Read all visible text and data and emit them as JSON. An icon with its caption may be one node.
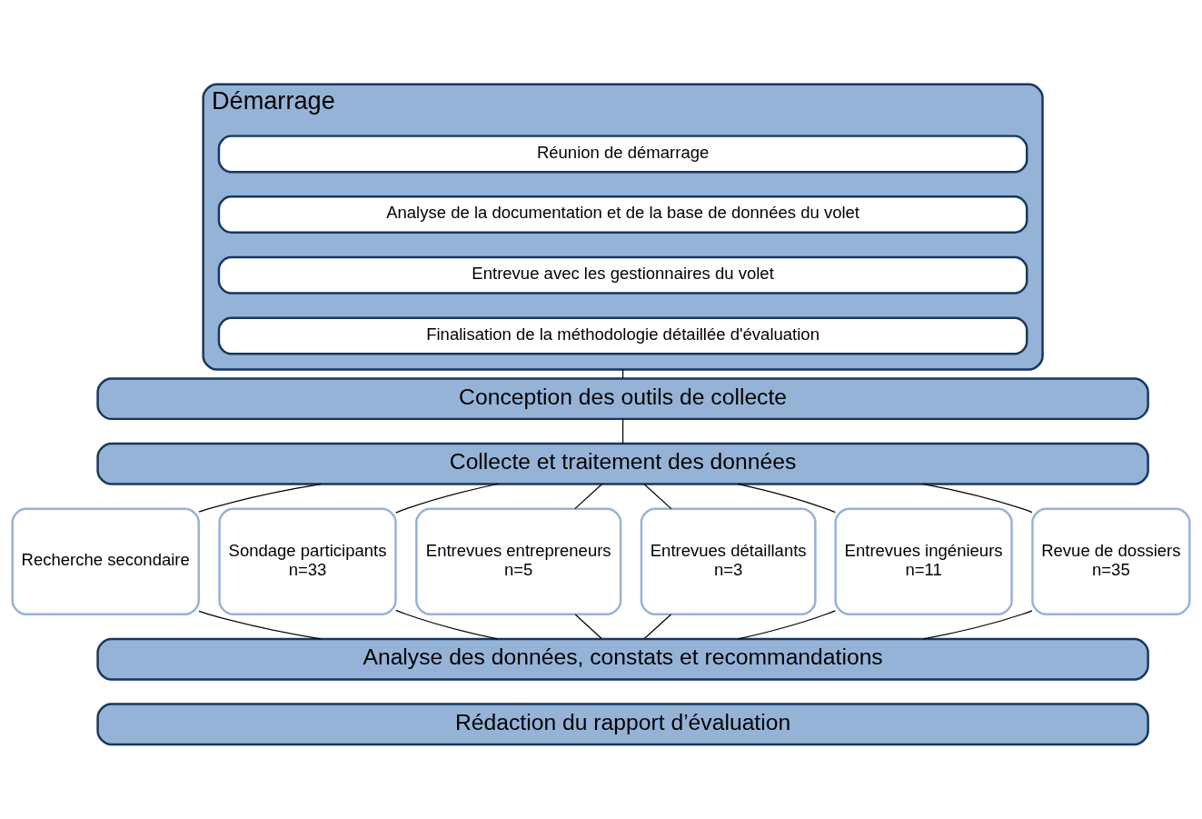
{
  "diagram": {
    "nodes": [
      {
        "text": [
          "Démarrage"
        ]
      },
      {
        "text": [
          "Réunion de démarrage"
        ],
        "in": 0
      },
      {
        "text": [
          "Analyse de la documentation et de la base de données du volet"
        ],
        "in": 0
      },
      {
        "text": [
          "Entrevue avec les gestionnaires du volet"
        ],
        "in": 0
      },
      {
        "text": [
          "Finalisation de la méthodologie détaillée d'évaluation"
        ],
        "in": 0
      },
      {
        "text": [
          "Conception des outils de collecte"
        ]
      },
      {
        "text": [
          "Collecte et traitement des données"
        ]
      },
      {
        "text": [
          "Recherche secondaire"
        ]
      },
      {
        "text": [
          "Sondage participants",
          "n=33"
        ]
      },
      {
        "text": [
          "Entrevues entrepreneurs",
          "n=5"
        ]
      },
      {
        "text": [
          "Entrevues détaillants",
          "n=3"
        ]
      },
      {
        "text": [
          "Entrevues ingénieurs",
          "n=11"
        ]
      },
      {
        "text": [
          "Revue de dossiers",
          "n=35"
        ]
      },
      {
        "text": [
          "Analyse des données, constats et recommandations"
        ]
      },
      {
        "text": [
          "Rédaction du rapport d’évaluation"
        ]
      }
    ],
    "edges": [
      {
        "from": 0,
        "to": 5,
        "arrow": "none"
      },
      {
        "from": 5,
        "to": 6,
        "arrow": "none"
      },
      {
        "from": 6,
        "to": 7,
        "arrow": "none"
      },
      {
        "from": 6,
        "to": 8,
        "arrow": "none"
      },
      {
        "from": 6,
        "to": 9,
        "arrow": "none"
      },
      {
        "from": 6,
        "to": 10,
        "arrow": "none"
      },
      {
        "from": 6,
        "to": 11,
        "arrow": "none"
      },
      {
        "from": 6,
        "to": 12,
        "arrow": "none"
      },
      {
        "from": 7,
        "to": 13,
        "arrow": "none"
      },
      {
        "from": 8,
        "to": 13,
        "arrow": "none"
      },
      {
        "from": 9,
        "to": 13,
        "arrow": "none"
      },
      {
        "from": 10,
        "to": 13,
        "arrow": "none"
      },
      {
        "from": 11,
        "to": 13,
        "arrow": "none"
      },
      {
        "from": 12,
        "to": 13,
        "arrow": "none"
      }
    ]
  }
}
